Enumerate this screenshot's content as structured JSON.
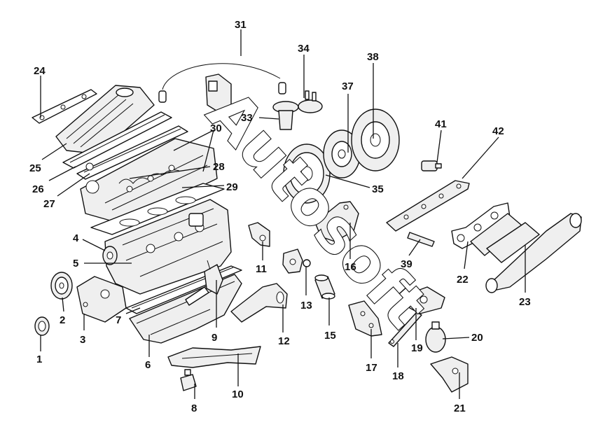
{
  "watermark": "Autosoft",
  "parts": [
    {
      "number": "1"
    },
    {
      "number": "2"
    },
    {
      "number": "3"
    },
    {
      "number": "4"
    },
    {
      "number": "5"
    },
    {
      "number": "6"
    },
    {
      "number": "7"
    },
    {
      "number": "8"
    },
    {
      "number": "9"
    },
    {
      "number": "10"
    },
    {
      "number": "11"
    },
    {
      "number": "12"
    },
    {
      "number": "13"
    },
    {
      "number": "15"
    },
    {
      "number": "16"
    },
    {
      "number": "17"
    },
    {
      "number": "18"
    },
    {
      "number": "19"
    },
    {
      "number": "20"
    },
    {
      "number": "21"
    },
    {
      "number": "22"
    },
    {
      "number": "23"
    },
    {
      "number": "24"
    },
    {
      "number": "25"
    },
    {
      "number": "26"
    },
    {
      "number": "27"
    },
    {
      "number": "28"
    },
    {
      "number": "29"
    },
    {
      "number": "30"
    },
    {
      "number": "31"
    },
    {
      "number": "33"
    },
    {
      "number": "34"
    },
    {
      "number": "35"
    },
    {
      "number": "37"
    },
    {
      "number": "38"
    },
    {
      "number": "39"
    },
    {
      "number": "41"
    },
    {
      "number": "42"
    }
  ]
}
